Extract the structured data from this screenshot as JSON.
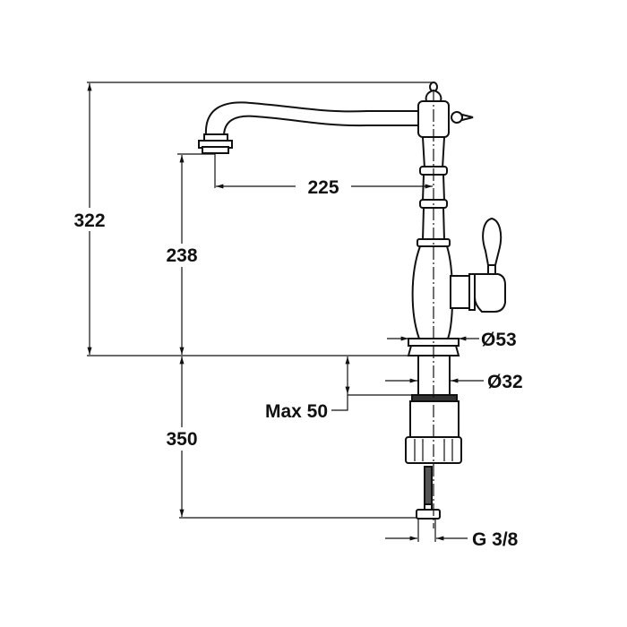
{
  "dimensions": {
    "total_height": "322",
    "spout_height": "238",
    "spout_reach": "225",
    "base_diameter": "Ø53",
    "shank_diameter": "Ø32",
    "max_deck_thickness": "Max 50",
    "under_deck_length": "350",
    "connection_thread": "G 3/8"
  },
  "colors": {
    "line": "#111111",
    "background": "#ffffff"
  }
}
